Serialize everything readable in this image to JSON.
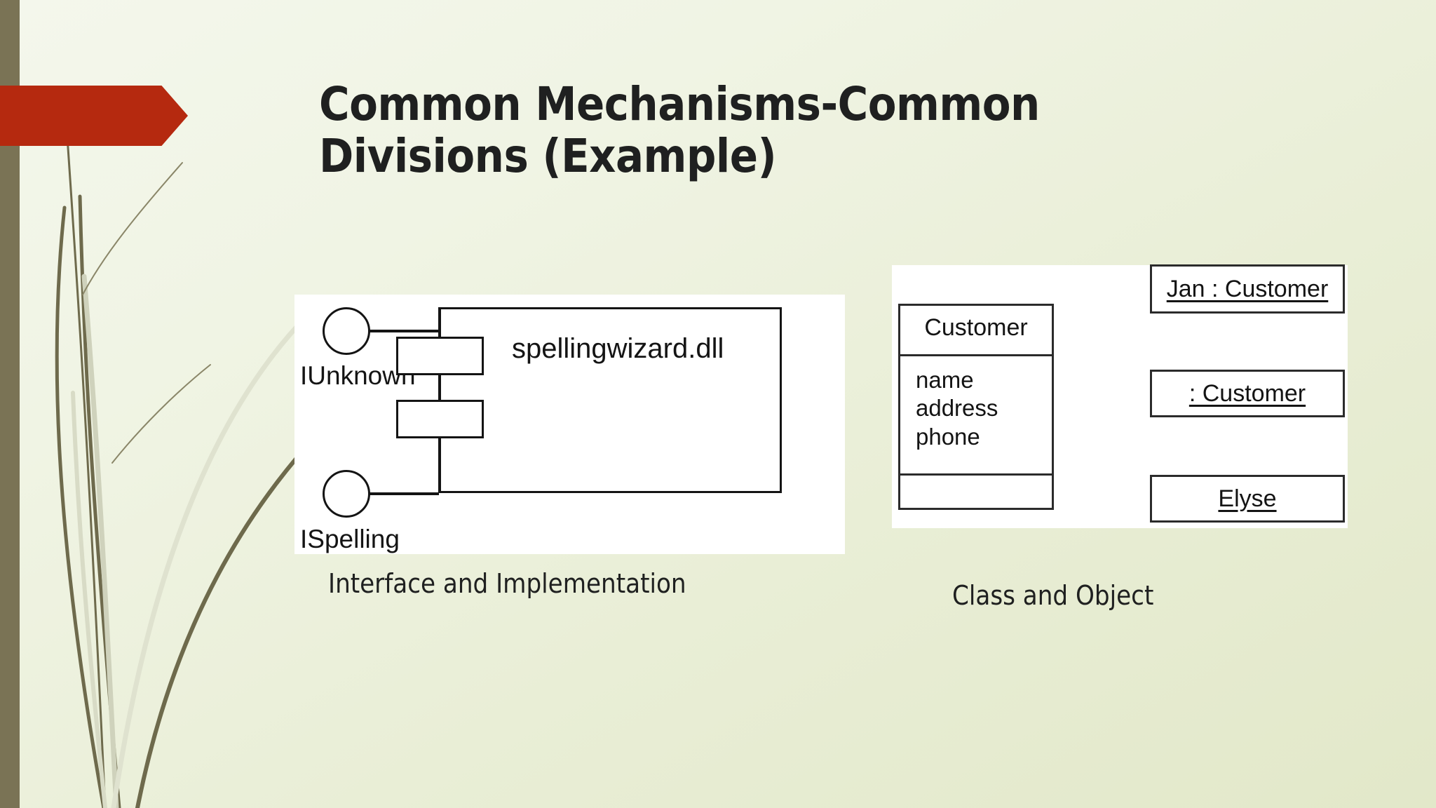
{
  "slide": {
    "title": "Common Mechanisms-Common Divisions (Example)",
    "accent_color": "#b5290f",
    "band_color": "#7a7355",
    "background_color": "#eef2e0",
    "text_color": "#1f2020"
  },
  "diagrams": {
    "interface_implementation": {
      "caption": "Interface and Implementation",
      "component_name": "spellingwizard.dll",
      "interfaces": [
        {
          "name": "IUnknown",
          "icon": "lollipop-interface-icon"
        },
        {
          "name": "ISpelling",
          "icon": "lollipop-interface-icon"
        }
      ]
    },
    "class_object": {
      "caption": "Class and Object",
      "class": {
        "name": "Customer",
        "attributes": [
          "name",
          "address",
          "phone"
        ],
        "operations": []
      },
      "objects": [
        {
          "label": "Jan : Customer"
        },
        {
          "label": ": Customer"
        },
        {
          "label": "Elyse"
        }
      ]
    }
  }
}
